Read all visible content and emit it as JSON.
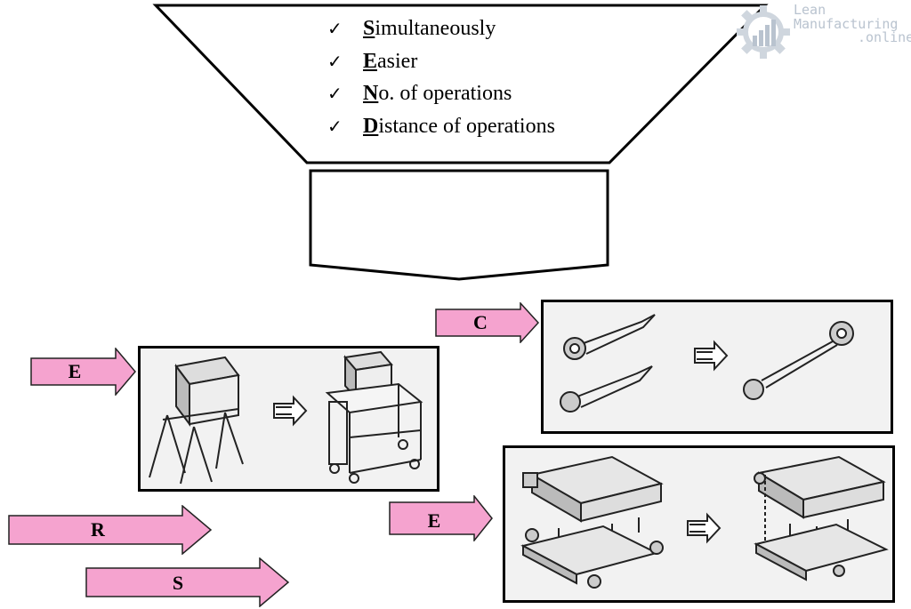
{
  "funnel": {
    "items": [
      {
        "check": "✓",
        "initial": "S",
        "rest": "imultaneously"
      },
      {
        "check": "✓",
        "initial": "E",
        "rest": "asier"
      },
      {
        "check": "✓",
        "initial": "N",
        "rest": "o. of operations"
      },
      {
        "check": "✓",
        "initial": "D",
        "rest": "istance of operations"
      }
    ]
  },
  "logo": {
    "line1": "Lean",
    "line2": "Manufacturing",
    "line3": ".online",
    "color": "#b9c3cf"
  },
  "arrows": {
    "e_left": "E",
    "r": "R",
    "s": "S",
    "c": "C",
    "e_right": "E",
    "fill_color": "#f5a3cf"
  },
  "icons": {
    "table_panel": [
      "box-on-trestle-icon",
      "box-on-wheeled-cart-icon"
    ],
    "wrench_panel": [
      "two-separate-wrenches-icon",
      "combined-double-ended-wrench-icon"
    ],
    "fixture_panel": [
      "separate-fixture-plates-icon",
      "integrated-fixture-icon"
    ]
  }
}
